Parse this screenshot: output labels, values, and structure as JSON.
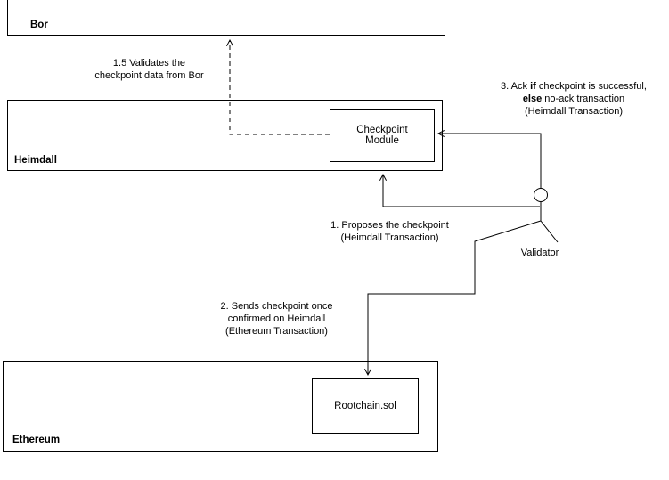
{
  "diagram": {
    "boxes": {
      "bor": {
        "label": "Bor"
      },
      "heimdall": {
        "label": "Heimdall"
      },
      "ethereum": {
        "label": "Ethereum"
      }
    },
    "nodes": {
      "checkpoint_module": {
        "label": "Checkpoint Module"
      },
      "rootchain": {
        "label": "Rootchain.sol"
      }
    },
    "actor": {
      "label": "Validator"
    },
    "annotations": {
      "step_1_5": {
        "line1": "1.5 Validates the",
        "line2": "checkpoint data from Bor"
      },
      "step_1": {
        "line1": "1. Proposes the checkpoint",
        "line2": "(Heimdall Transaction)"
      },
      "step_2": {
        "line1": "2. Sends checkpoint once",
        "line2": "confirmed on Heimdall",
        "line3": "(Ethereum Transaction)"
      },
      "step_3": {
        "part1": "3. Ack ",
        "bold1": "if",
        "part2": " checkpoint is successful,",
        "bold2": "else",
        "part3": " no-ack transaction",
        "line3": "(Heimdall Transaction)"
      }
    },
    "colors": {
      "line": "#000000",
      "background": "#ffffff"
    }
  }
}
